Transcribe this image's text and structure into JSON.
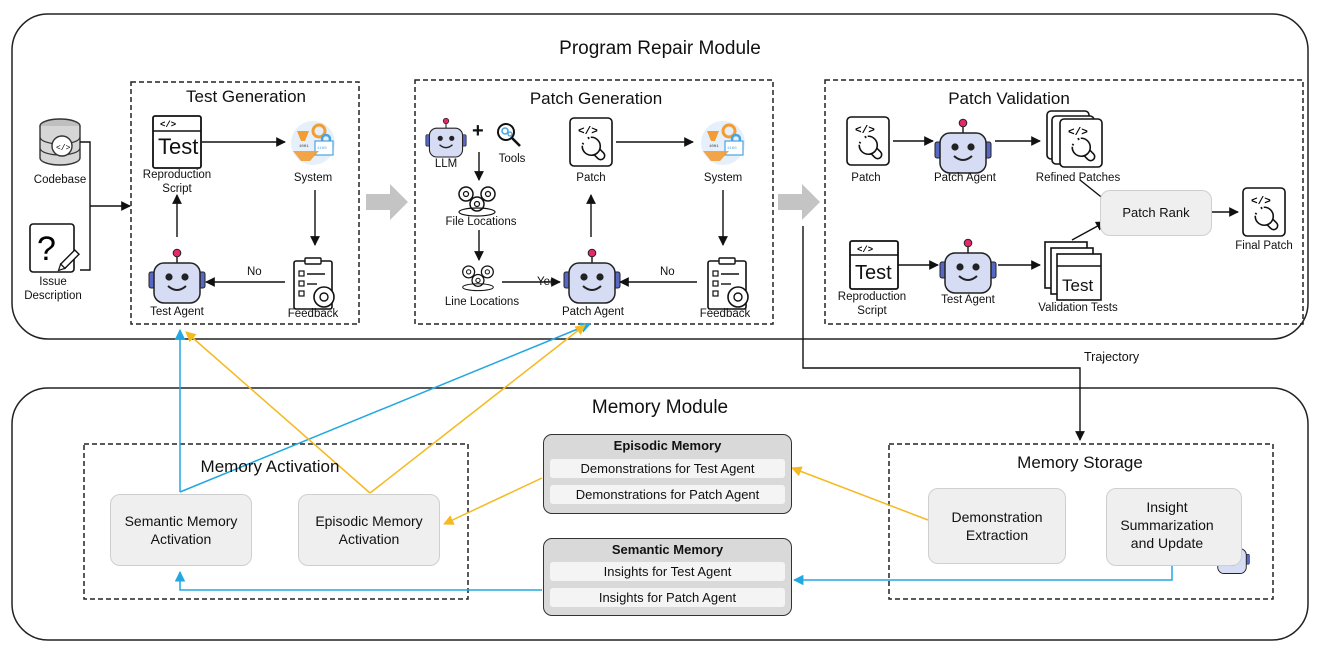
{
  "modules": {
    "repair": {
      "title": "Program Repair Module"
    },
    "memory": {
      "title": "Memory Module"
    }
  },
  "inputs": {
    "codebase": "Codebase",
    "issue_line1": "Issue",
    "issue_line2": "Description"
  },
  "test_generation": {
    "title": "Test Generation",
    "test_word": "Test",
    "script_line1": "Reproduction",
    "script_line2": "Script",
    "system": "System",
    "feedback": "Feedback",
    "agent": "Test Agent",
    "no": "No"
  },
  "patch_generation": {
    "title": "Patch Generation",
    "llm": "LLM",
    "plus": "+",
    "tools": "Tools",
    "patch": "Patch",
    "system": "System",
    "file_locations": "File Locations",
    "line_locations": "Line Locations",
    "yes": "Yes",
    "agent": "Patch Agent",
    "no": "No",
    "feedback": "Feedback"
  },
  "patch_validation": {
    "title": "Patch Validation",
    "patch": "Patch",
    "patch_agent": "Patch Agent",
    "refined": "Refined Patches",
    "rank": "Patch Rank",
    "final": "Final Patch",
    "test_word": "Test",
    "script_line1": "Reproduction",
    "script_line2": "Script",
    "test_agent": "Test Agent",
    "validation": "Validation Tests"
  },
  "trajectory": "Trajectory",
  "memory_activation": {
    "title": "Memory Activation",
    "semantic_line1": "Semantic Memory",
    "semantic_line2": "Activation",
    "episodic_line1": "Episodic Memory",
    "episodic_line2": "Activation"
  },
  "episodic_memory": {
    "title": "Episodic Memory",
    "items": [
      "Demonstrations for Test Agent",
      "Demonstrations for Patch Agent"
    ]
  },
  "semantic_memory": {
    "title": "Semantic Memory",
    "items": [
      "Insights for Test Agent",
      "Insights for Patch Agent"
    ]
  },
  "memory_storage": {
    "title": "Memory Storage",
    "demo_line1": "Demonstration",
    "demo_line2": "Extraction",
    "insight_line1": "Insight",
    "insight_line2": "Summarization",
    "insight_line3": "and Update"
  },
  "colors": {
    "episodic_flow": "#f5b921",
    "semantic_flow": "#22a7e0",
    "robot_body": "#d7dcf5",
    "robot_face": "#5668c4",
    "robot_antenna": "#e4286b",
    "gear_orange": "#f39c34",
    "gear_blue": "#4aa3df"
  }
}
